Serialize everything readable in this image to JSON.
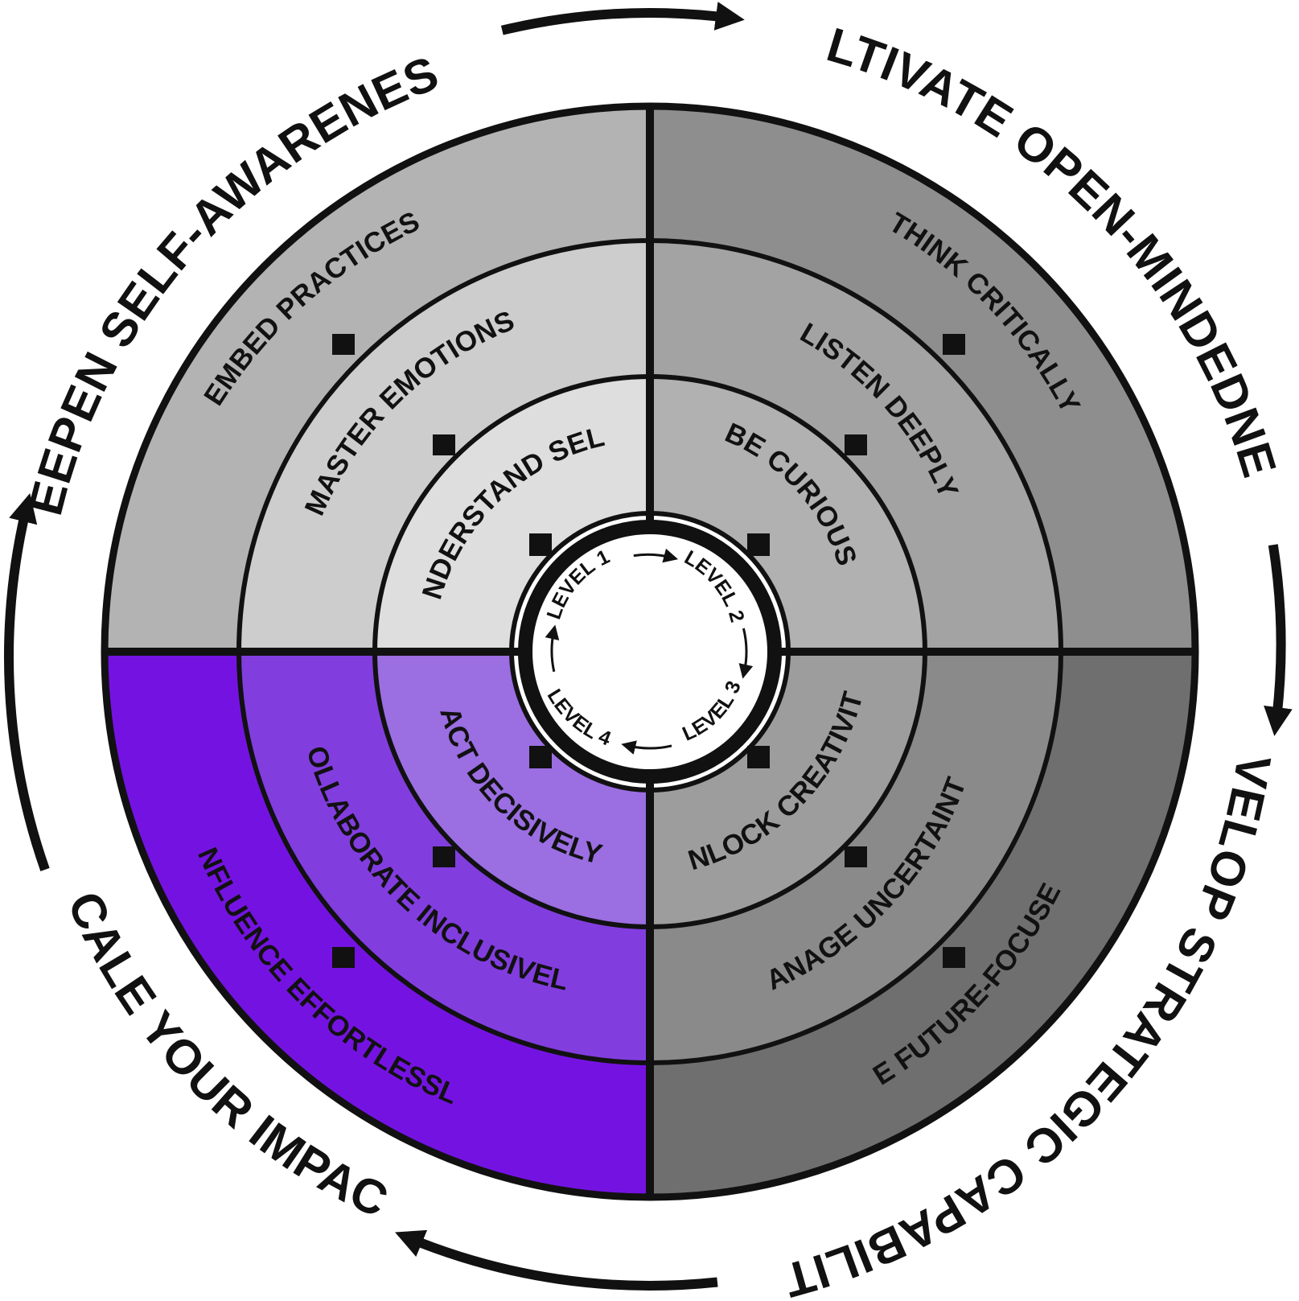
{
  "outer_labels": {
    "top_left": "DEEPEN SELF-AWARENESS",
    "top_right": "CULTIVATE OPEN-MINDEDNESS",
    "bottom_right": "DEVELOP STRATEGIC CAPABILITIES",
    "bottom_left": "SCALE YOUR IMPACT"
  },
  "quadrants": {
    "top_left": {
      "inner": "UNDERSTAND SELF",
      "middle": "MASTER EMOTIONS",
      "outer": "EMBED PRACTICES"
    },
    "top_right": {
      "inner": "BE CURIOUS",
      "middle": "LISTEN DEEPLY",
      "outer": "THINK CRITICALLY"
    },
    "bottom_right": {
      "inner": "UNLOCK CREATIVITY",
      "middle": "MANAGE UNCERTAINTY",
      "outer": "BE FUTURE-FOCUSED"
    },
    "bottom_left": {
      "inner": "ACT DECISIVELY",
      "middle": "COLLABORATE INCLUSIVELY",
      "outer": "INFLUENCE EFFORTLESSLY"
    }
  },
  "levels": {
    "level1": "LEVEL 1",
    "level2": "LEVEL 2",
    "level3": "LEVEL 3",
    "level4": "LEVEL 4"
  },
  "colors": {
    "top_left": [
      "#dedede",
      "#cdcdcd",
      "#b3b3b3"
    ],
    "top_right": [
      "#b1b1b1",
      "#a3a3a3",
      "#8e8e8e"
    ],
    "bottom_right": [
      "#9d9d9d",
      "#8a8a8a",
      "#6f6f6f"
    ],
    "bottom_left": [
      "#9b6ee2",
      "#823ddf",
      "#7413e1"
    ],
    "center": "#ffffff",
    "stroke": "#111111"
  }
}
